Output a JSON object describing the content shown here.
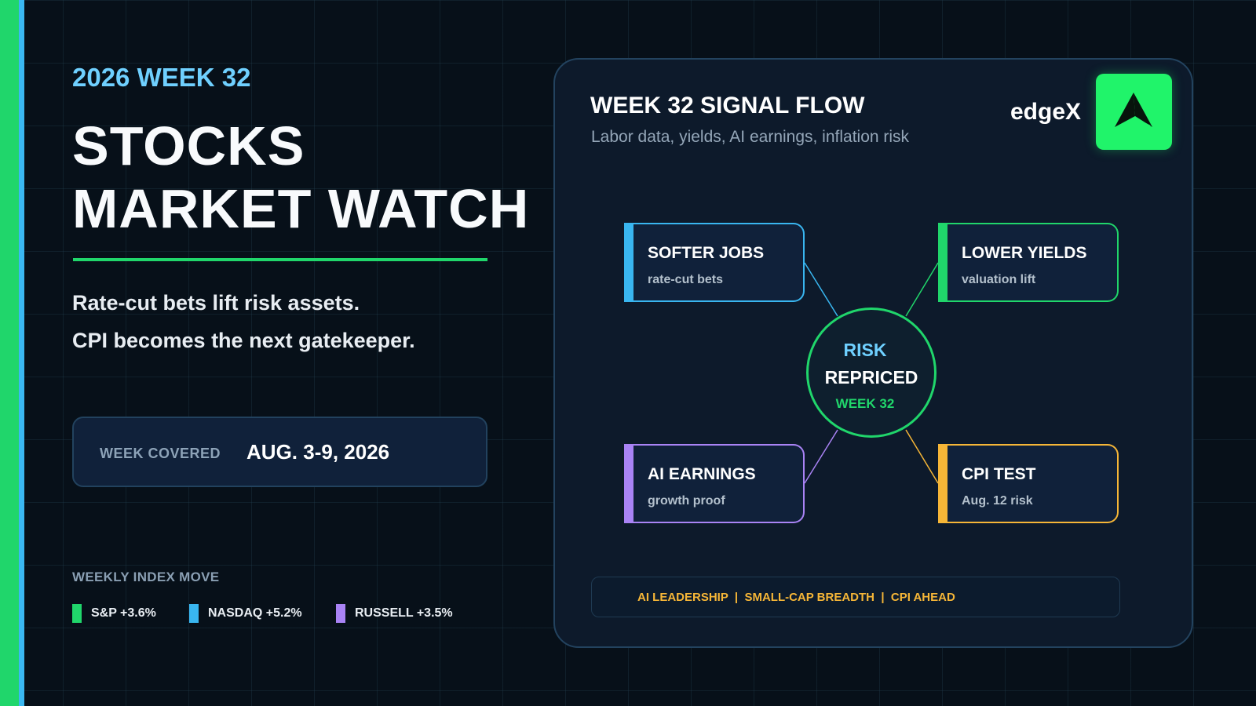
{
  "colors": {
    "background": "#071019",
    "accent_green": "#20d66b",
    "accent_blue": "#39b6f0",
    "accent_purple": "#a983f5",
    "accent_orange": "#f6b637",
    "kicker_blue": "#6fd0ff",
    "logo_green": "#20f46a"
  },
  "left": {
    "kicker": "2026 WEEK 32",
    "title_line1": "STOCKS",
    "title_line2": "MARKET WATCH",
    "summary_line1": "Rate-cut bets lift risk assets.",
    "summary_line2": "CPI becomes the next gatekeeper.",
    "week_label": "WEEK COVERED",
    "week_value": "AUG. 3-9, 2026",
    "index_title": "WEEKLY INDEX MOVE",
    "indexes": [
      {
        "label": "S&P +3.6%",
        "color": "#20d66b"
      },
      {
        "label": "NASDAQ +5.2%",
        "color": "#39b6f0"
      },
      {
        "label": "RUSSELL +3.5%",
        "color": "#a983f5"
      }
    ]
  },
  "panel": {
    "title": "WEEK 32 SIGNAL FLOW",
    "subtitle": "Labor data, yields, AI earnings, inflation risk",
    "brand": "edgeX",
    "logo_icon": "triangle-arrow-logo",
    "nodes": [
      {
        "title": "SOFTER JOBS",
        "sub": "rate-cut bets",
        "color": "#39b6f0"
      },
      {
        "title": "LOWER YIELDS",
        "sub": "valuation lift",
        "color": "#20d66b"
      },
      {
        "title": "AI EARNINGS",
        "sub": "growth proof",
        "color": "#a983f5"
      },
      {
        "title": "CPI TEST",
        "sub": "Aug. 12 risk",
        "color": "#f6b637"
      }
    ],
    "hub": {
      "top": "RISK",
      "main": "REPRICED",
      "week": "WEEK 32"
    },
    "tagline": "AI LEADERSHIP  |  SMALL-CAP BREADTH  |  CPI AHEAD"
  }
}
